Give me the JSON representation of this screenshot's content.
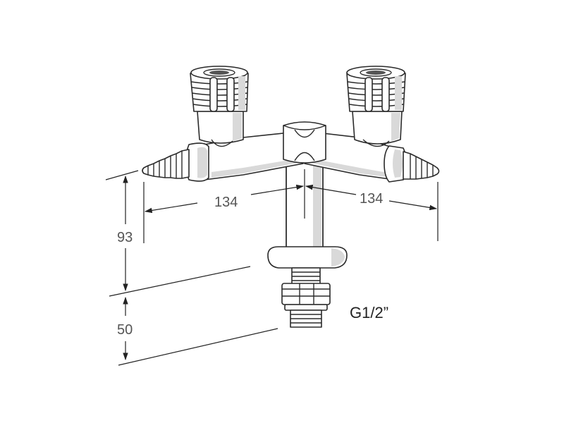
{
  "dimensions": {
    "left_width": "134",
    "right_width": "134",
    "height_upper": "93",
    "height_lower": "50"
  },
  "thread_label": "G1/2”"
}
